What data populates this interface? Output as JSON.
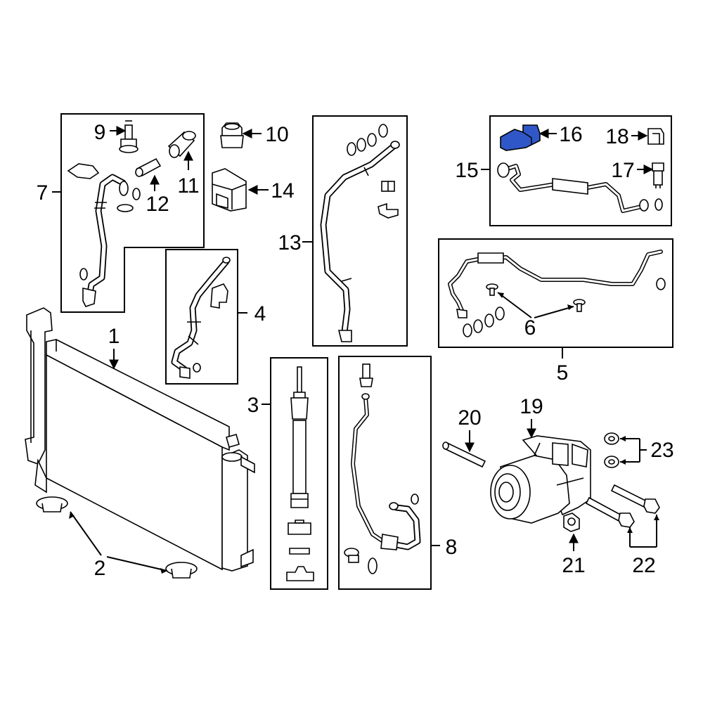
{
  "callouts": {
    "c1": "1",
    "c2": "2",
    "c3": "3",
    "c4": "4",
    "c5": "5",
    "c6": "6",
    "c7": "7",
    "c8": "8",
    "c9": "9",
    "c10": "10",
    "c11": "11",
    "c12": "12",
    "c13": "13",
    "c14": "14",
    "c15": "15",
    "c16": "16",
    "c17": "17",
    "c18": "18",
    "c19": "19",
    "c20": "20",
    "c21": "21",
    "c22": "22",
    "c23": "23"
  },
  "colors": {
    "highlight": "#3057c8",
    "line": "#000000",
    "background": "#ffffff"
  }
}
